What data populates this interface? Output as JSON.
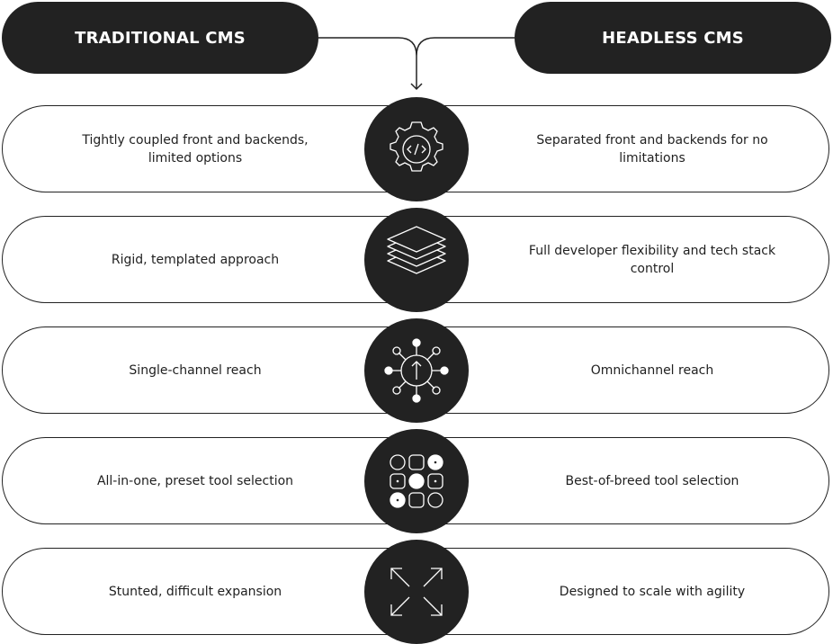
{
  "headers": {
    "left": "TRADITIONAL CMS",
    "right": "HEADLESS CMS"
  },
  "rows": [
    {
      "icon": "gear-code-icon",
      "left": "Tightly coupled front and backends, limited options",
      "right": "Separated front and backends for no limitations"
    },
    {
      "icon": "layers-icon",
      "left": "Rigid, templated approach",
      "right": "Full developer flexibility and tech stack control"
    },
    {
      "icon": "omnichannel-icon",
      "left": "Single-channel reach",
      "right": "Omnichannel reach"
    },
    {
      "icon": "tool-grid-icon",
      "left": "All-in-one, preset tool selection",
      "right": "Best-of-breed tool selection"
    },
    {
      "icon": "expand-arrows-icon",
      "left": "Stunted, difficult expansion",
      "right": "Designed to scale with agility"
    }
  ],
  "colors": {
    "dark": "#222222",
    "light": "#ffffff"
  }
}
